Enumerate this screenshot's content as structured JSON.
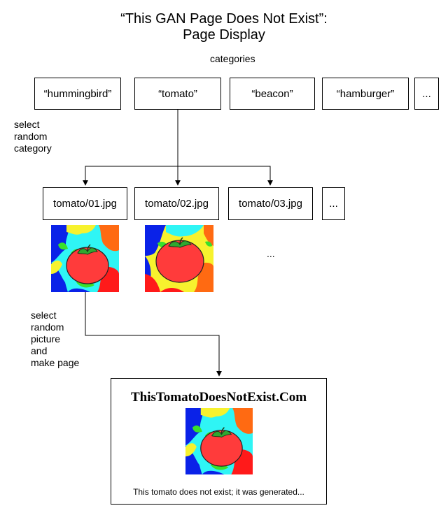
{
  "title_line1": "“This GAN Page Does Not Exist”:",
  "title_line2": "Page Display",
  "categories_label": "categories",
  "categories": [
    "“hummingbird”",
    "“tomato”",
    "“beacon”",
    "“hamburger”",
    "..."
  ],
  "select_category_label": [
    "select",
    "random",
    "category"
  ],
  "images": [
    "tomato/01.jpg",
    "tomato/02.jpg",
    "tomato/03.jpg",
    "..."
  ],
  "images_more": "...",
  "select_picture_label": [
    "select",
    "random",
    "picture",
    "and",
    "make page"
  ],
  "page": {
    "site_title": "ThisTomatoDoesNotExist.Com",
    "caption": "This tomato does not exist; it was generated..."
  }
}
